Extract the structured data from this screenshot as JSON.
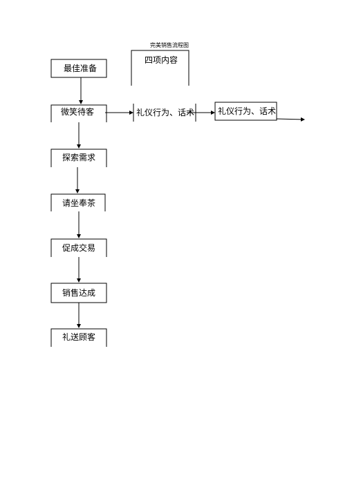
{
  "title": "完美销售流程图",
  "steps": [
    "最佳准备",
    "微笑待客",
    "探索需求",
    "请坐奉茶",
    "促成交易",
    "销售达成",
    "礼送顾客"
  ],
  "header_box": "四项内容",
  "side_box_1": "礼仪行为、话术",
  "side_box_2": "礼仪行为、话术"
}
